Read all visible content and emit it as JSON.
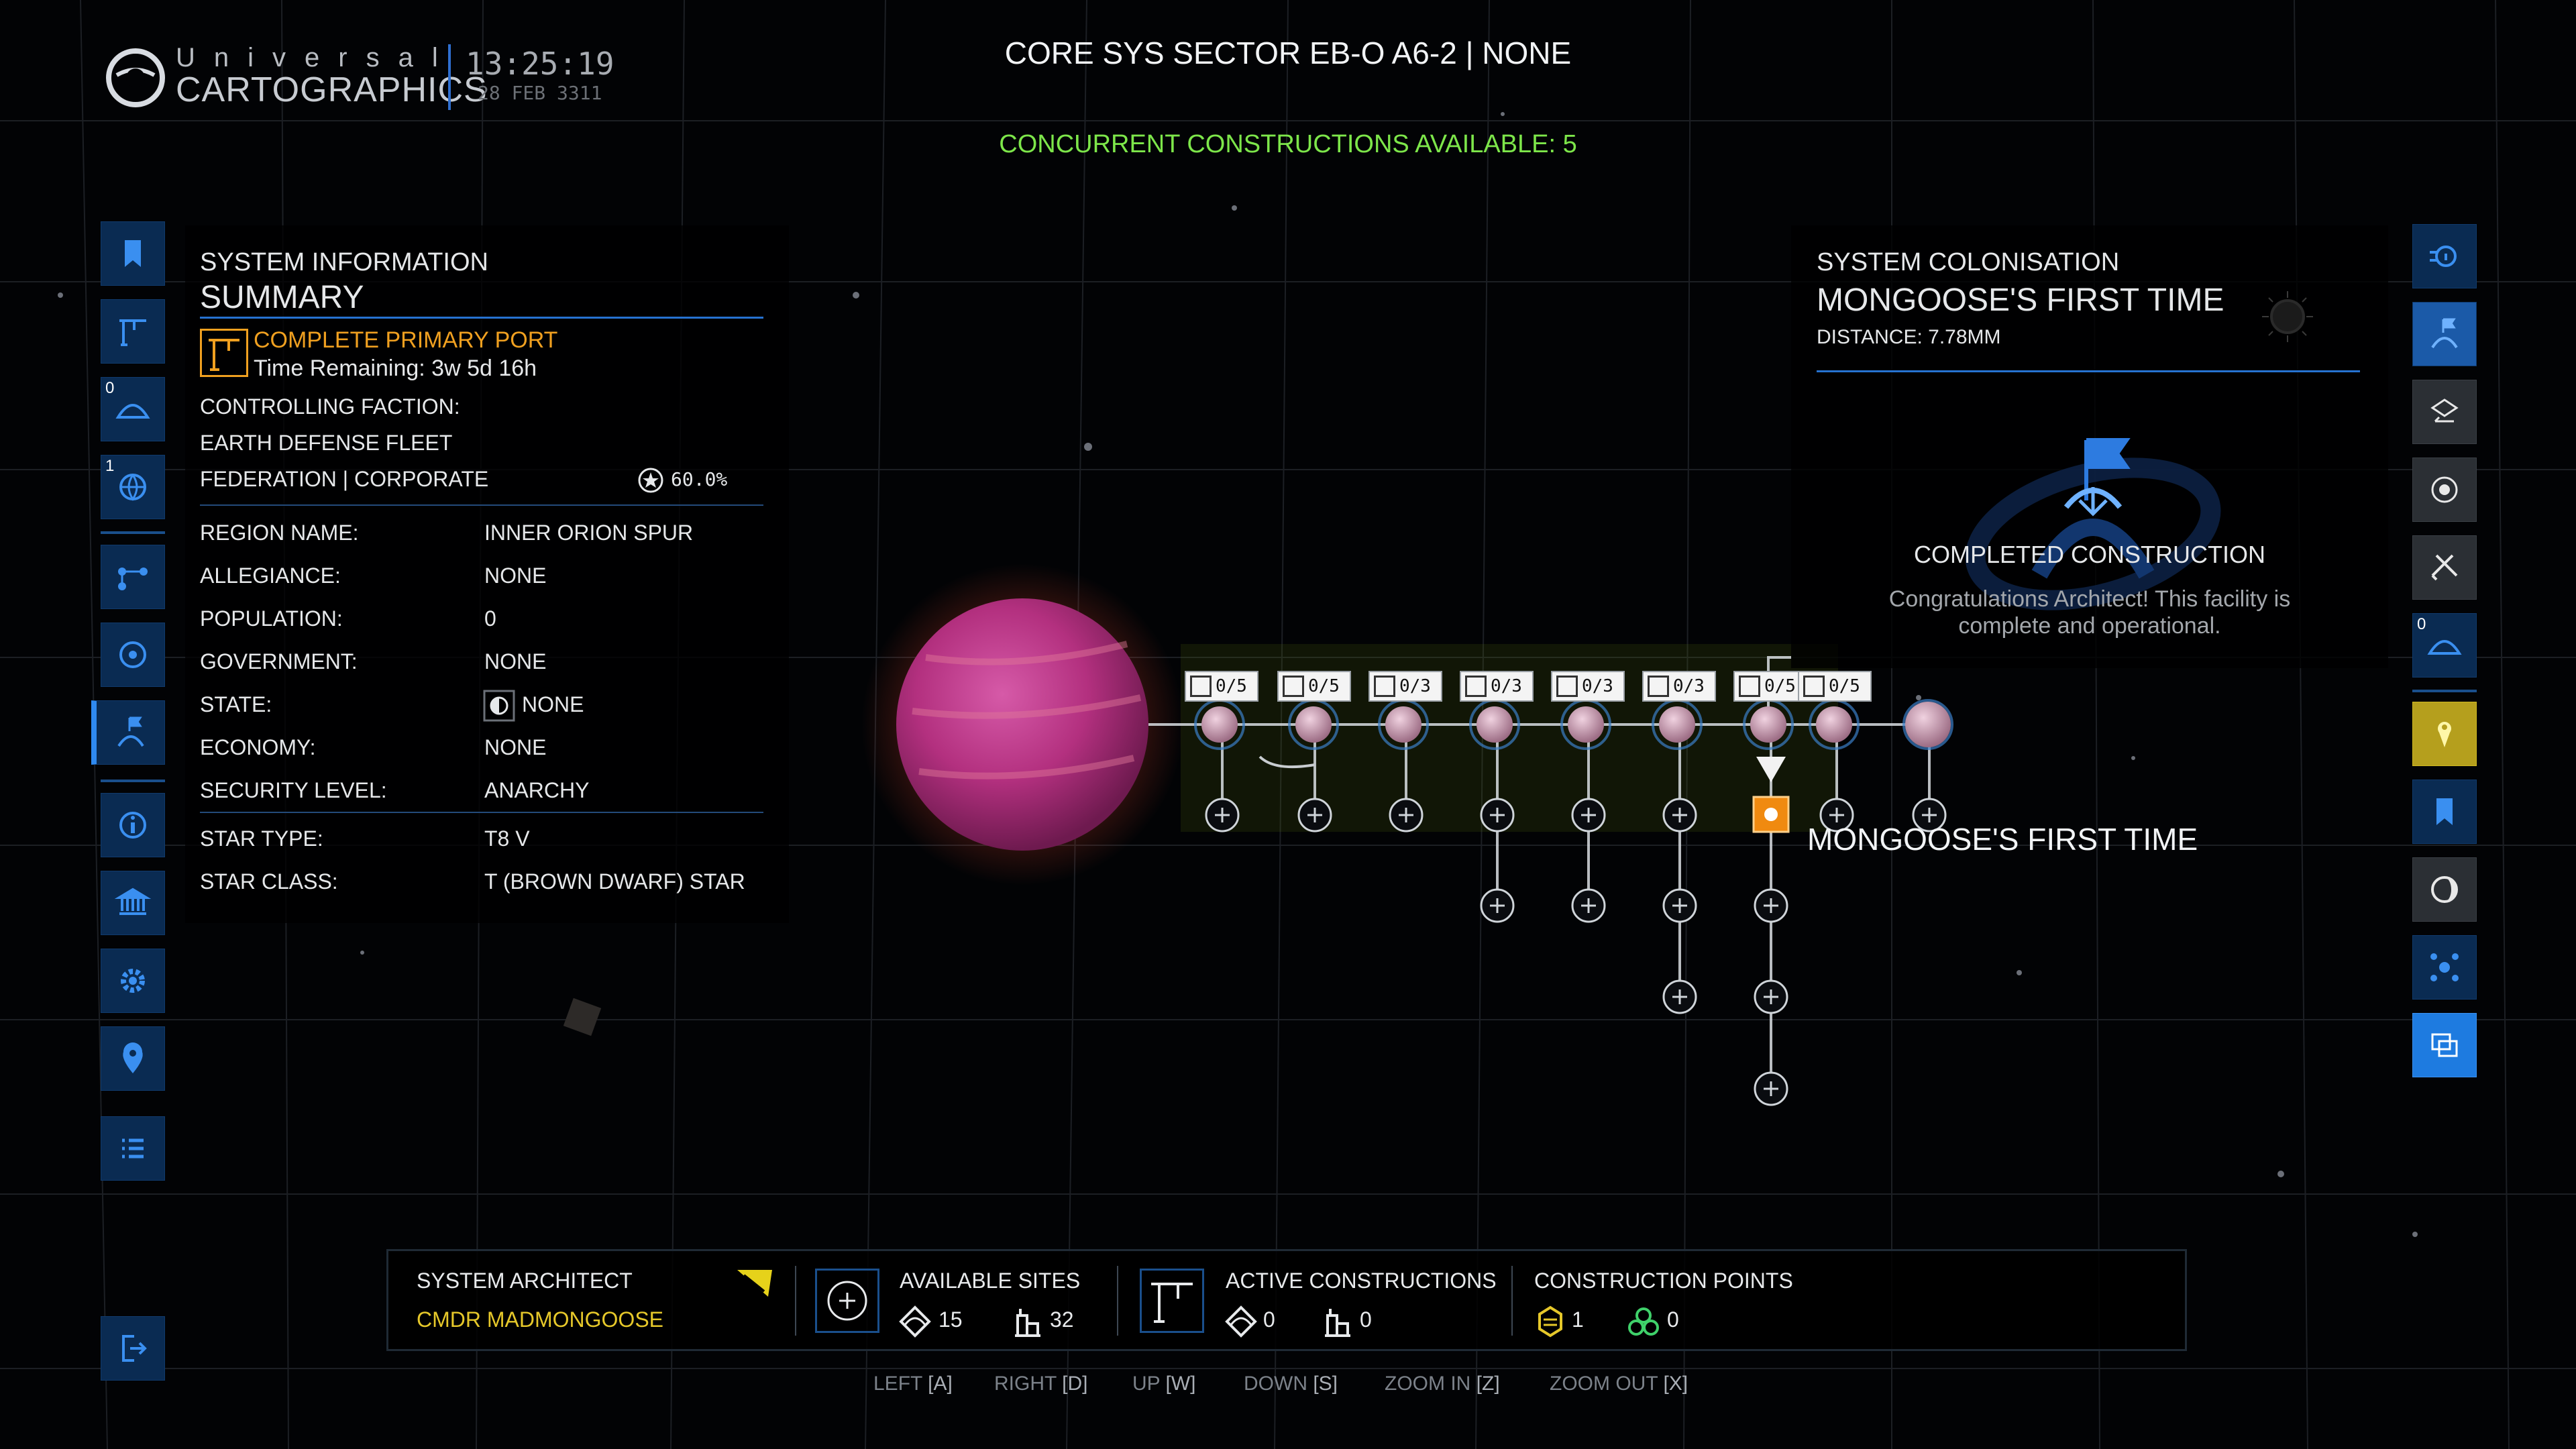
{
  "header": {
    "brand_top": "Universal",
    "brand_bottom": "CARTOGRAPHICS",
    "time": "13:25:19",
    "date": "28 FEB 3311",
    "system_title": "CORE SYS SECTOR EB-O A6-2 | NONE",
    "concurrent": "CONCURRENT CONSTRUCTIONS AVAILABLE: 5"
  },
  "left_sidebar": {
    "items": [
      {
        "icon": "bookmark-icon"
      },
      {
        "icon": "crane-icon"
      },
      {
        "icon": "station-icon",
        "count": "0"
      },
      {
        "icon": "globe-icon",
        "count": "1"
      },
      {
        "icon": "route-icon"
      },
      {
        "icon": "galaxy-icon"
      },
      {
        "icon": "flag-dome-icon"
      },
      {
        "icon": "info-icon"
      },
      {
        "icon": "bank-icon"
      },
      {
        "icon": "settings-icon"
      },
      {
        "icon": "location-pin-icon"
      },
      {
        "icon": "list-icon"
      },
      {
        "icon": "exit-icon"
      }
    ]
  },
  "right_sidebar": {
    "items": [
      {
        "icon": "info-binoculars-icon"
      },
      {
        "icon": "flag-dome-icon"
      },
      {
        "icon": "ship-swap-icon"
      },
      {
        "icon": "orbit-icon"
      },
      {
        "icon": "tools-icon"
      },
      {
        "icon": "station-icon",
        "count": "0"
      },
      {
        "icon": "pin-icon"
      },
      {
        "icon": "bookmark-icon"
      },
      {
        "icon": "moon-icon"
      },
      {
        "icon": "system-icon"
      },
      {
        "icon": "swap-view-icon"
      }
    ]
  },
  "system_info": {
    "heading": "SYSTEM INFORMATION",
    "subheading": "SUMMARY",
    "objective_title": "COMPLETE PRIMARY PORT",
    "objective_time": "Time Remaining: 3w 5d 16h",
    "controlling_faction_label": "CONTROLLING FACTION:",
    "faction_name": "EARTH DEFENSE FLEET",
    "faction_type": "FEDERATION | CORPORATE",
    "faction_influence": "60.0%",
    "rows": [
      {
        "label": "REGION NAME:",
        "value": "INNER ORION SPUR"
      },
      {
        "label": "ALLEGIANCE:",
        "value": "NONE"
      },
      {
        "label": "POPULATION:",
        "value": "0"
      },
      {
        "label": "GOVERNMENT:",
        "value": "NONE"
      },
      {
        "label": "STATE:",
        "value": "NONE"
      },
      {
        "label": "ECONOMY:",
        "value": "NONE"
      },
      {
        "label": "SECURITY LEVEL:",
        "value": "ANARCHY"
      }
    ],
    "star_rows": [
      {
        "label": "STAR TYPE:",
        "value": "T8 V"
      },
      {
        "label": "STAR CLASS:",
        "value": "T (BROWN DWARF) STAR"
      }
    ]
  },
  "colonisation": {
    "heading": "SYSTEM COLONISATION",
    "name": "MONGOOSE'S FIRST TIME",
    "distance": "DISTANCE: 7.78MM",
    "status_title": "COMPLETED CONSTRUCTION",
    "status_text_1": "Congratulations Architect! This facility is",
    "status_text_2": "complete and operational."
  },
  "map": {
    "node_badges": [
      "0/5",
      "0/5",
      "0/3",
      "0/3",
      "0/3",
      "0/3",
      "0/5",
      "0/5"
    ],
    "selected_label": "MONGOOSE'S FIRST TIME",
    "colors": {
      "planet": "#b83a8c",
      "accent": "#f08a10",
      "line": "#d8dde2"
    }
  },
  "bottom": {
    "architect_label": "SYSTEM ARCHITECT",
    "architect_name": "CMDR MADMONGOOSE",
    "available_sites_label": "AVAILABLE SITES",
    "available_orbital": "15",
    "available_surface": "32",
    "active_constructions_label": "ACTIVE CONSTRUCTIONS",
    "active_orbital": "0",
    "active_surface": "0",
    "construction_points_label": "CONSTRUCTION POINTS",
    "points_tier2": "1",
    "points_tier3": "0"
  },
  "key_hints": [
    {
      "label": "LEFT",
      "key": "[A]"
    },
    {
      "label": "RIGHT",
      "key": "[D]"
    },
    {
      "label": "UP",
      "key": "[W]"
    },
    {
      "label": "DOWN",
      "key": "[S]"
    },
    {
      "label": "ZOOM IN",
      "key": "[Z]"
    },
    {
      "label": "ZOOM OUT",
      "key": "[X]"
    }
  ]
}
